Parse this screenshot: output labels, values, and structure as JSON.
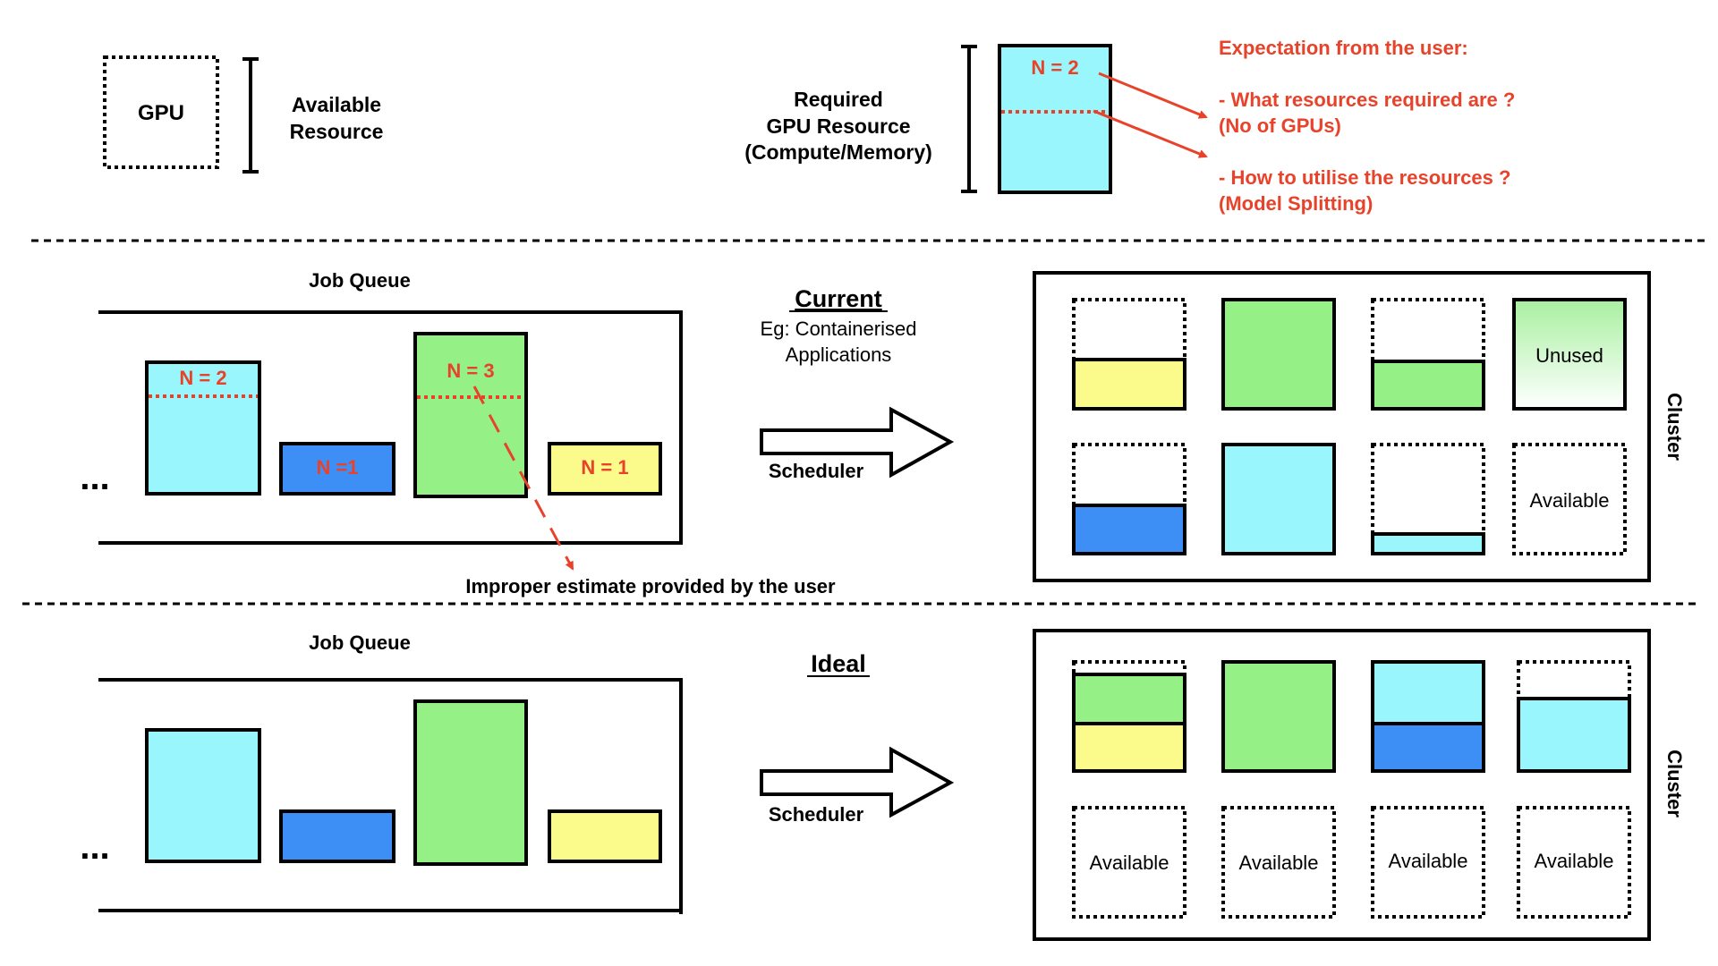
{
  "legend": {
    "gpu_label": "GPU",
    "available_line1": "Available",
    "available_line2": "Resource",
    "required_line1": "Required",
    "required_line2": "GPU Resource",
    "required_line3": "(Compute/Memory)",
    "n_label": "N = 2"
  },
  "expectation": {
    "title": "Expectation from the user:",
    "item1_line1": "- What resources required are ?",
    "item1_line2": "(No of GPUs)",
    "item2_line1": "- How to utilise the resources ?",
    "item2_line2": "(Model Splitting)"
  },
  "current": {
    "job_queue_title": "Job Queue",
    "ellipsis": "...",
    "heading": "Current",
    "subheading_line1": "Eg: Containerised",
    "subheading_line2": "Applications",
    "scheduler_label": "Scheduler",
    "jobs": [
      "N = 2",
      "N =1",
      "N = 3",
      "N = 1"
    ],
    "improper_note": "Improper estimate provided by the user",
    "cluster_label": "Cluster",
    "unused_label": "Unused",
    "available_label": "Available"
  },
  "ideal": {
    "job_queue_title": "Job Queue",
    "ellipsis": "...",
    "heading": "Ideal",
    "scheduler_label": "Scheduler",
    "cluster_label": "Cluster",
    "available_labels": [
      "Available",
      "Available",
      "Available",
      "Available"
    ]
  },
  "colors": {
    "cyan": "#98f6fc",
    "blue": "#3d8ff5",
    "green": "#95f086",
    "yellow": "#fbfb8c",
    "red": "#e8432a"
  }
}
